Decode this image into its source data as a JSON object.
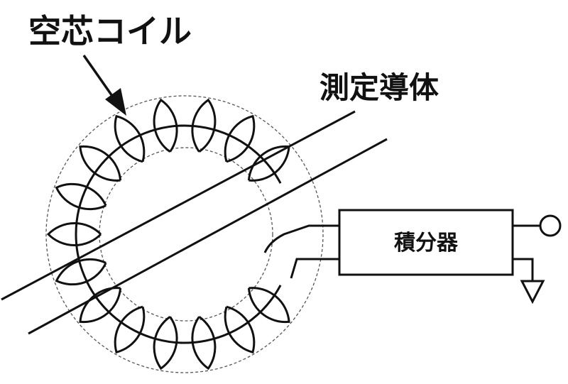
{
  "labels": {
    "coil": "空芯コイル",
    "conductor": "測定導体",
    "integrator": "積分器"
  },
  "colors": {
    "line": "#111111",
    "dashed": "#555555",
    "background": "#ffffff"
  },
  "icons": {
    "output_terminal": "circle-terminal-icon",
    "ground": "ground-symbol-icon"
  }
}
